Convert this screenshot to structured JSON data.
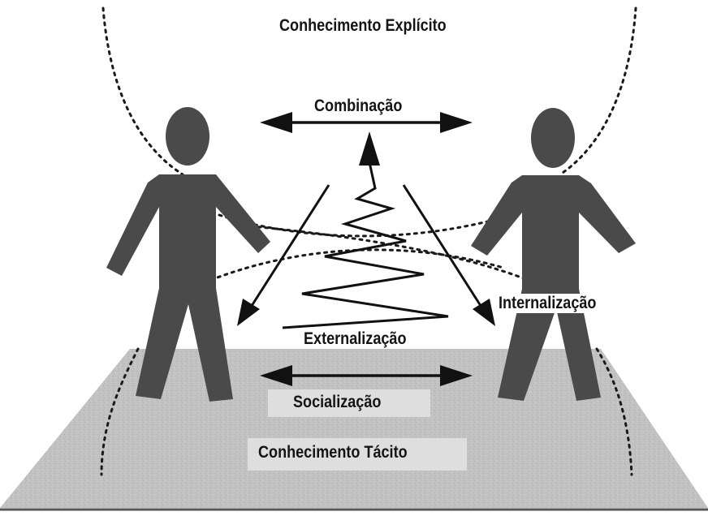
{
  "labels": {
    "explicit": "Conhecimento Explícito",
    "combination": "Combinação",
    "internalization": "Internalização",
    "externalization": "Externalização",
    "socialization": "Socialização",
    "tacit": "Conhecimento Tácito"
  },
  "colors": {
    "figure": "#4a4a4a",
    "floor": "#bdbdbd",
    "label_box": "#dedede",
    "text": "#141414",
    "arrow": "#111111"
  }
}
